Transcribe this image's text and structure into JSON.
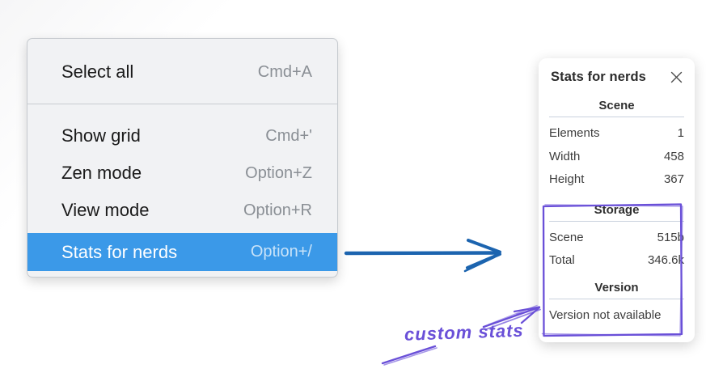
{
  "colors": {
    "accent_blue": "#3b99e8",
    "arrow_blue": "#1c64af",
    "violet": "#6a50d8",
    "menu_bg": "#f1f2f4",
    "menu_border": "#c6cacf"
  },
  "menu": {
    "items": [
      {
        "label": "Select all",
        "shortcut": "Cmd+A"
      },
      {
        "label": "Show grid",
        "shortcut": "Cmd+'"
      },
      {
        "label": "Zen mode",
        "shortcut": "Option+Z"
      },
      {
        "label": "View mode",
        "shortcut": "Option+R"
      },
      {
        "label": "Stats for nerds",
        "shortcut": "Option+/"
      }
    ]
  },
  "stats_panel": {
    "title": "Stats for nerds",
    "sections": [
      {
        "title": "Scene",
        "rows": [
          {
            "label": "Elements",
            "value": "1"
          },
          {
            "label": "Width",
            "value": "458"
          },
          {
            "label": "Height",
            "value": "367"
          }
        ]
      },
      {
        "title": "Storage",
        "rows": [
          {
            "label": "Scene",
            "value": "515b"
          },
          {
            "label": "Total",
            "value": "346.6k"
          }
        ]
      },
      {
        "title": "Version",
        "note": "Version not available"
      }
    ]
  },
  "annotation": {
    "label": "custom stats"
  }
}
